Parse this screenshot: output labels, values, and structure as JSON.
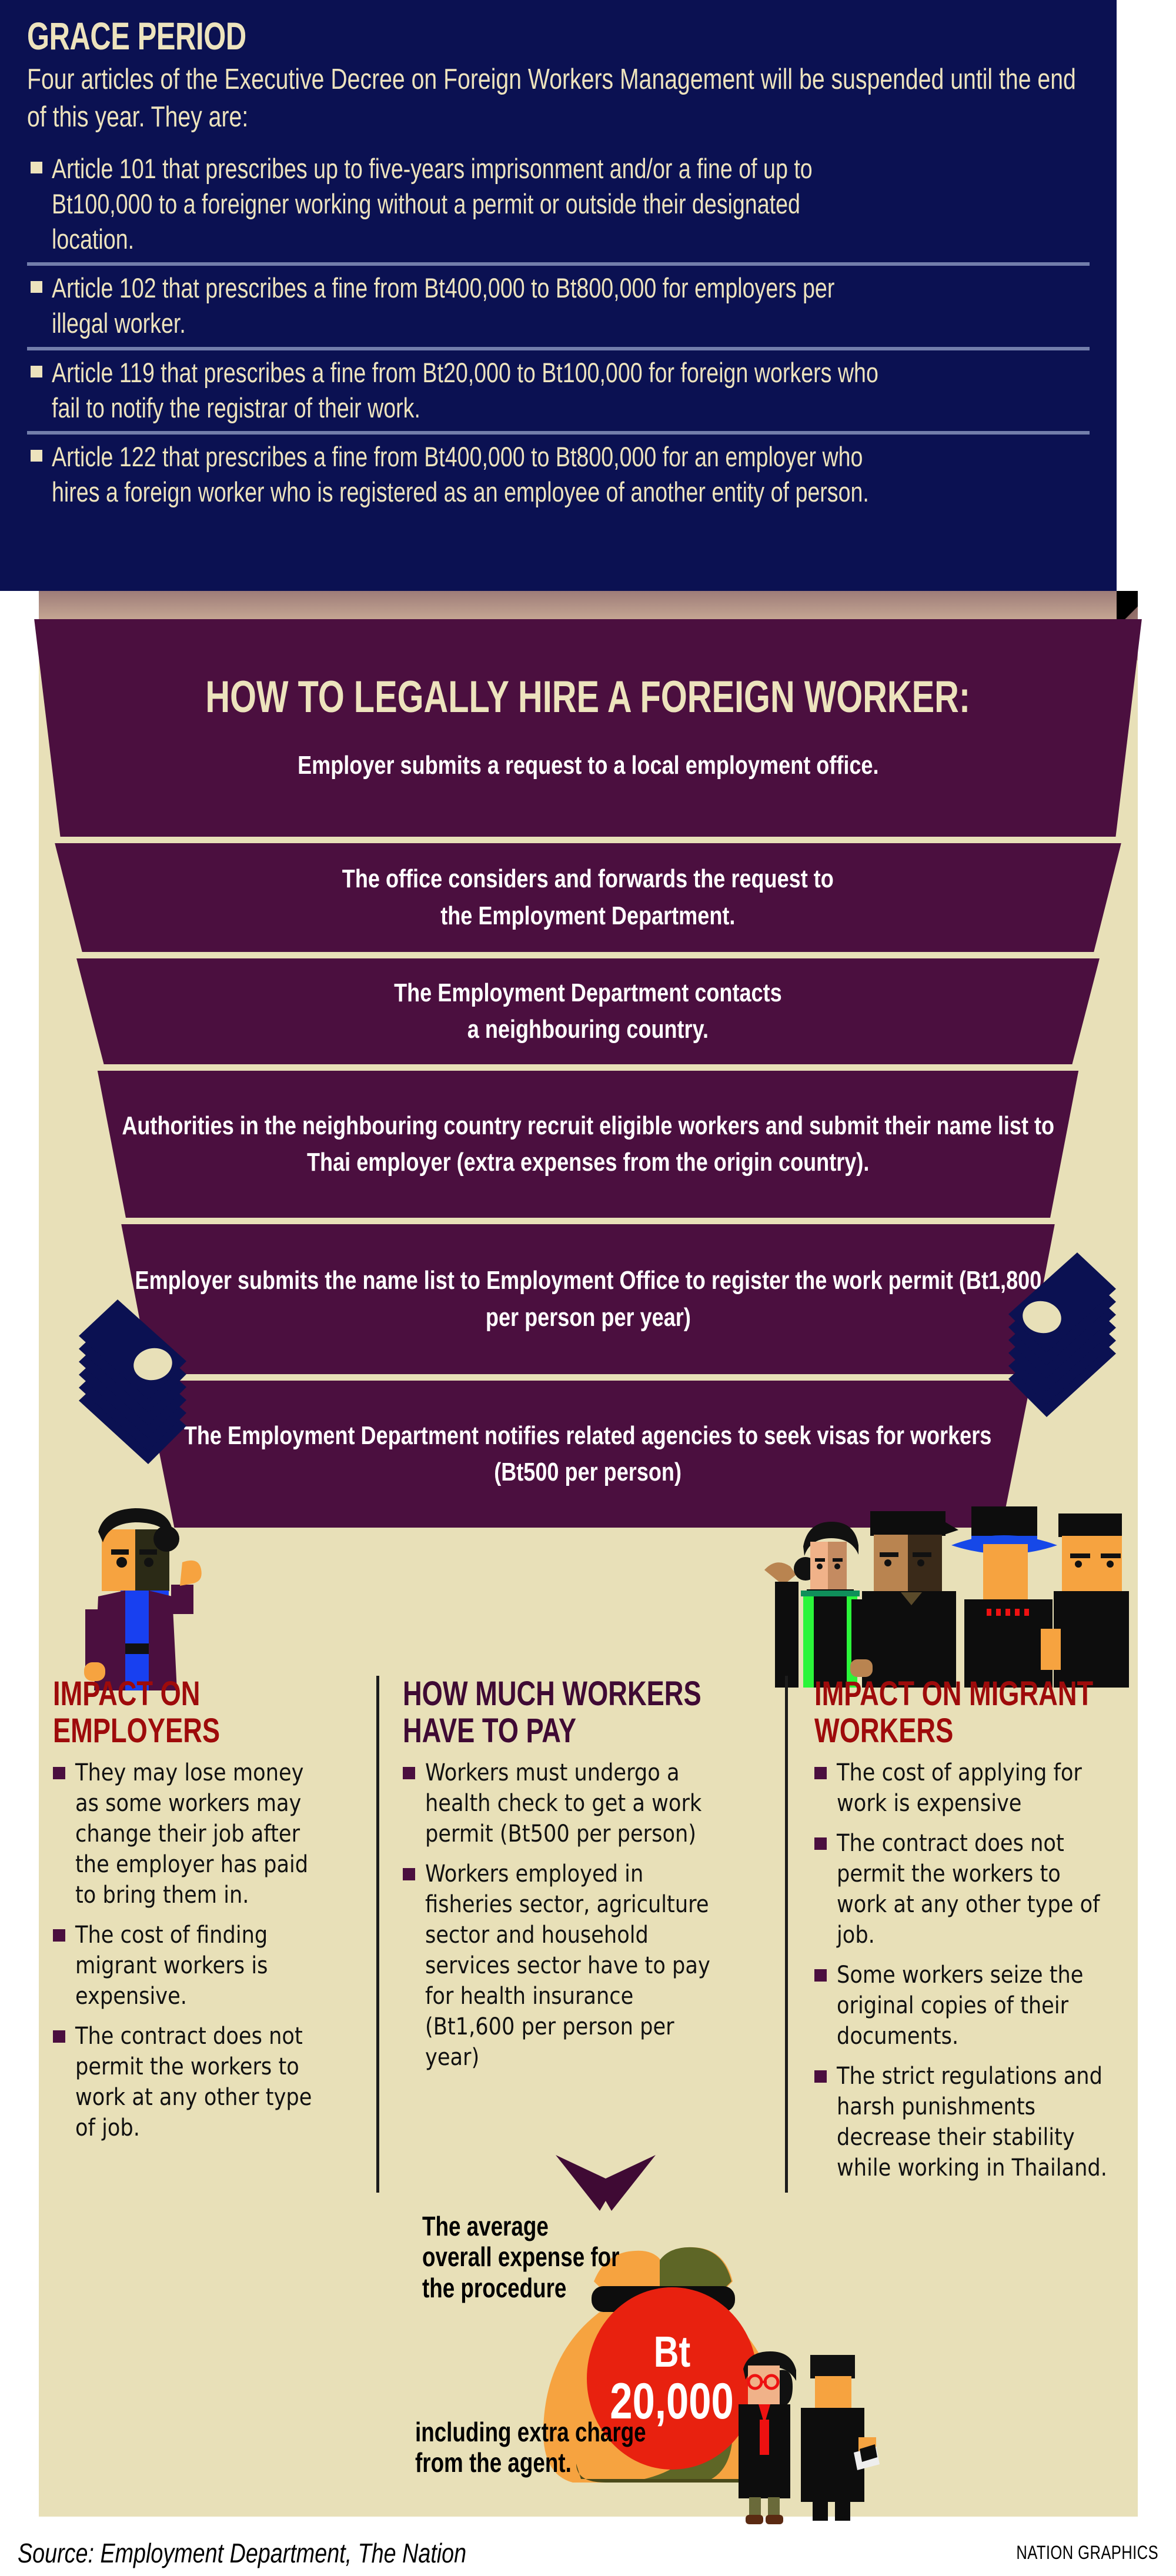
{
  "header": {
    "title": "GRACE PERIOD",
    "intro": "Four articles of the Executive Decree on Foreign Workers Management will be suspended until the end of this year. They are:",
    "articles": [
      "Article 101 that prescribes up to five-years imprisonment and/or a fine of up to Bt100,000 to a foreigner working without a permit or outside their designated location.",
      "Article 102 that prescribes a fine from Bt400,000 to Bt800,000 for employers per illegal worker.",
      "Article 119 that prescribes a fine from Bt20,000 to Bt100,000 for foreign workers who fail to notify the registrar of their work.",
      "Article 122 that prescribes a fine from Bt400,000 to Bt800,000 for an employer who hires a foreign worker who is registered as an employee of another entity of person."
    ]
  },
  "funnel": {
    "title": "HOW TO LEGALLY HIRE A FOREIGN WORKER:",
    "steps": [
      "Employer submits a request to a local employment office.",
      "The office considers and forwards the request to\nthe Employment Department.",
      "The Employment Department contacts\na neighbouring country.",
      "Authorities in the neighbouring country recruit eligible workers and submit their name list to Thai employer (extra expenses from the origin country).",
      "Employer submits the name list to Employment Office to register the work permit (Bt1,800 per person per year)",
      "The Employment Department notifies related agencies to seek visas for workers\n(Bt500 per person)"
    ]
  },
  "columns": {
    "employers": {
      "title": "IMPACT ON EMPLOYERS",
      "bullets": [
        "They may lose money as some workers may change their job after the employer has paid to bring them in.",
        "The cost of finding migrant workers is expensive.",
        "The contract does not permit the workers to work at any other type of job."
      ]
    },
    "pay": {
      "title": "HOW MUCH WORKERS HAVE TO PAY",
      "bullets": [
        "Workers must undergo a health check to get a work permit (Bt500 per person)",
        "Workers employed in fisheries sector, agriculture sector and household services sector have to pay for health insurance (Bt1,600 per person per year)"
      ],
      "callout_top": "The average overall expense for the procedure",
      "bag_currency": "Bt",
      "bag_amount": "20,000",
      "callout_bottom": "including extra charge from the agent."
    },
    "migrants": {
      "title": "IMPACT ON MIGRANT WORKERS",
      "bullets": [
        "The cost of applying for work is expensive",
        "The contract does not permit the workers to work at any other type of job.",
        "Some workers seize the original copies of their documents.",
        "The strict regulations and harsh punishments decrease their stability while working in Thailand."
      ]
    }
  },
  "footer": {
    "source": "Source: Employment Department, The Nation",
    "credit": "NATION GRAPHICS"
  },
  "colors": {
    "navy": "#0b1152",
    "beige": "#e8e0b8",
    "plum": "#4b0f3f",
    "red": "#9e0b0b",
    "bag_red": "#e8210f",
    "cream_text": "#ede3bd",
    "rule": "#737eab"
  }
}
